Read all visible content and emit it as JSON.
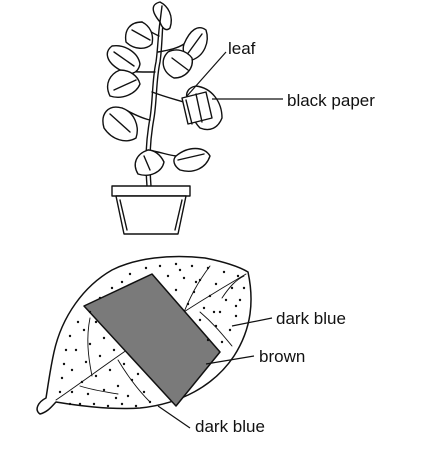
{
  "labels": {
    "leaf": "leaf",
    "black_paper": "black paper",
    "dark_blue_upper": "dark blue",
    "brown": "brown",
    "dark_blue_lower": "dark blue"
  },
  "colors": {
    "ink": "#111111",
    "black_paper_band": "#7a7a7a",
    "leaf_fill": "#ffffff",
    "pot_fill": "#ffffff"
  }
}
